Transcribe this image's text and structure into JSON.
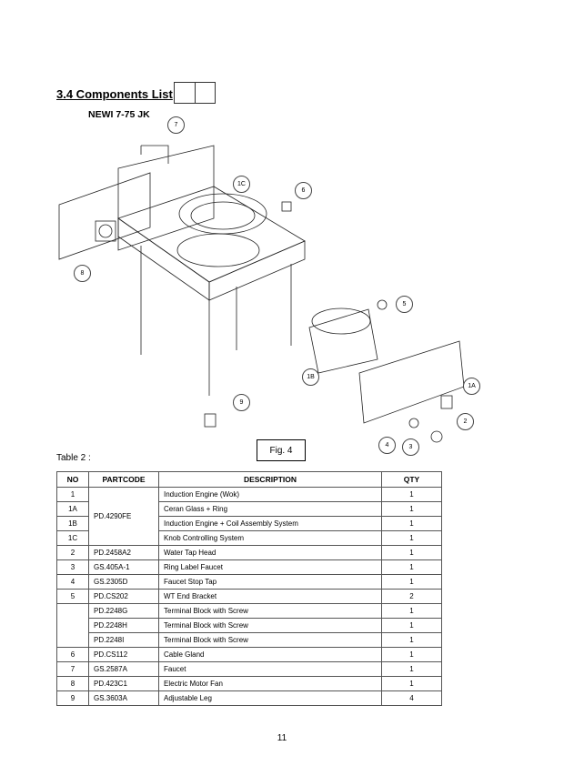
{
  "section_title": "3.4 Components List",
  "model": "NEWI 7-75 JK",
  "figure_label": "Fig. 4",
  "table_label": "Table 2 :",
  "callouts": [
    "7",
    "1C",
    "6",
    "8",
    "5",
    "1B",
    "1A",
    "9",
    "2",
    "4",
    "3"
  ],
  "table": {
    "headers": [
      "NO",
      "PARTCODE",
      "DESCRIPTION",
      "QTY"
    ],
    "rows": [
      {
        "no": "1",
        "partcode": "PD.4290FE",
        "description": "Induction Engine (Wok)",
        "qty": "1"
      },
      {
        "no": "1A",
        "partcode": null,
        "description": "Ceran Glass + Ring",
        "qty": "1"
      },
      {
        "no": "1B",
        "partcode": null,
        "description": "Induction Engine + Coil Assembly System",
        "qty": "1"
      },
      {
        "no": "1C",
        "partcode": null,
        "description": "Knob Controlling System",
        "qty": "1"
      },
      {
        "no": "2",
        "partcode": "PD.2458A2",
        "description": "Water Tap Head",
        "qty": "1"
      },
      {
        "no": "3",
        "partcode": "GS.405A-1",
        "description": "Ring Label Faucet",
        "qty": "1"
      },
      {
        "no": "4",
        "partcode": "GS.2305D",
        "description": "Faucet Stop Tap",
        "qty": "1"
      },
      {
        "no": "5",
        "partcode": "PD.CS202",
        "description": "WT End Bracket",
        "qty": "2"
      },
      {
        "no": "",
        "partcode": "PD.2248G",
        "description": "Terminal Block with Screw",
        "qty": "1"
      },
      {
        "no": null,
        "partcode": "PD.2248H",
        "description": "Terminal Block with Screw",
        "qty": "1"
      },
      {
        "no": null,
        "partcode": "PD.2248I",
        "description": "Terminal Block with Screw",
        "qty": "1"
      },
      {
        "no": "6",
        "partcode": "PD.CS112",
        "description": "Cable Gland",
        "qty": "1"
      },
      {
        "no": "7",
        "partcode": "GS.2587A",
        "description": "Faucet",
        "qty": "1"
      },
      {
        "no": "8",
        "partcode": "PD.423C1",
        "description": "Electric Motor Fan",
        "qty": "1"
      },
      {
        "no": "9",
        "partcode": "GS.3603A",
        "description": "Adjustable Leg",
        "qty": "4"
      }
    ]
  },
  "page_number": "11"
}
